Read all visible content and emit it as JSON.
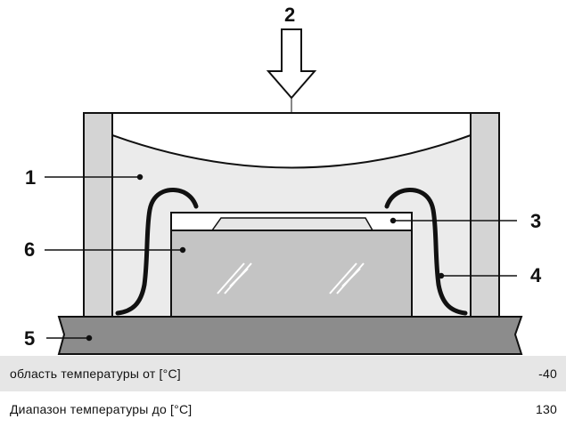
{
  "diagram": {
    "labels": {
      "housing": "1",
      "force": "2",
      "chip": "3",
      "lead": "4",
      "board": "5",
      "mold": "6"
    }
  },
  "specs": [
    {
      "label": "область температуры от [°C]",
      "value": "-40"
    },
    {
      "label": "Диапазон температуры до [°C]",
      "value": "130"
    }
  ],
  "colors": {
    "outline": "#111111",
    "housing_fill": "#ebebeb",
    "wall_fill": "#d4d4d4",
    "package_fill": "#c4c4c4",
    "board_fill": "#8c8c8c",
    "row_shade": "#e6e6e6"
  }
}
